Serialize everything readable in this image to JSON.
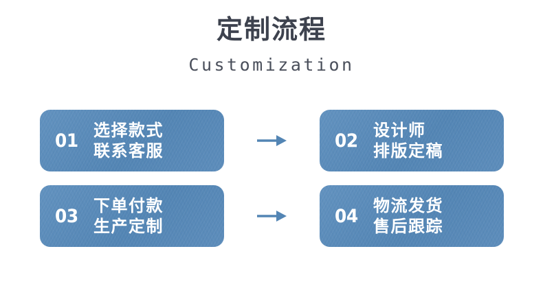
{
  "header": {
    "title": "定制流程",
    "subtitle": "Customization"
  },
  "colors": {
    "card_blue": "#5b8cba",
    "arrow_blue": "#5385b4",
    "title_gray": "#3d424e",
    "background": "#ffffff",
    "card_text": "#ffffff"
  },
  "steps": [
    {
      "number": "01",
      "line1": "选择款式",
      "line2": "联系客服"
    },
    {
      "number": "02",
      "line1": "设计师",
      "line2": "排版定稿"
    },
    {
      "number": "03",
      "line1": "下单付款",
      "line2": "生产定制"
    },
    {
      "number": "04",
      "line1": "物流发货",
      "line2": "售后跟踪"
    }
  ],
  "arrows": [
    {
      "icon": "arrow-right-icon"
    },
    {
      "icon": "arrow-right-icon"
    }
  ]
}
